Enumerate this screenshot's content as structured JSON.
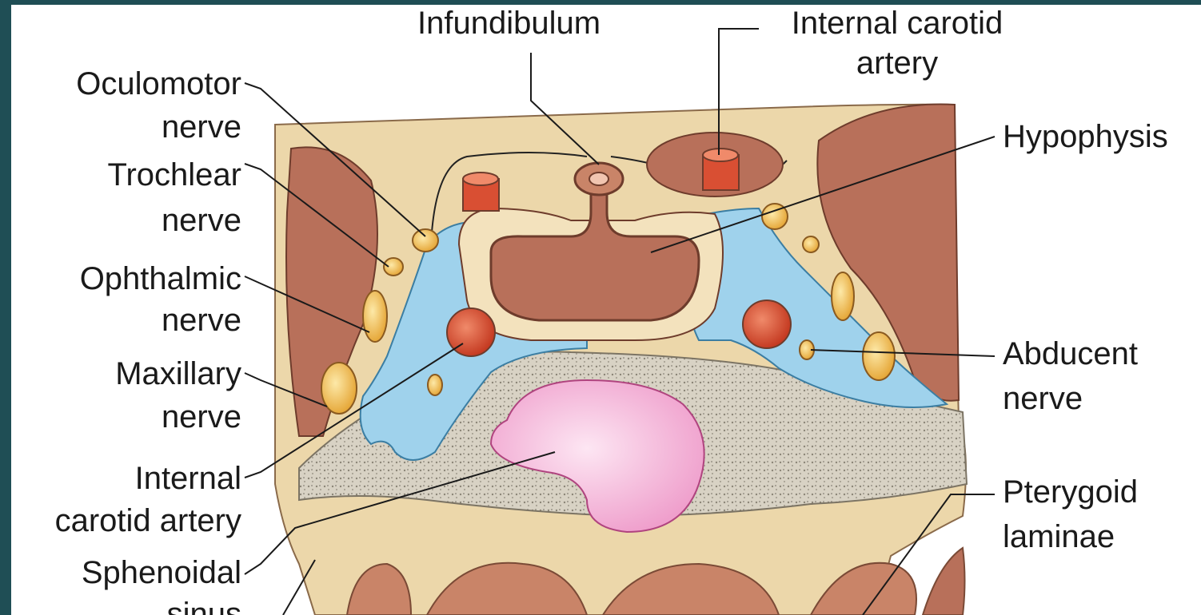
{
  "colors": {
    "background_frame": "#1f4e55",
    "bone": "#ecd7aa",
    "dura_brown": "#b8705a",
    "cavernous_blue": "#9fd2ec",
    "artery_red": "#d94f33",
    "nerve_yellow": "#f3c25a",
    "sinus_pink": "#f4b6d8",
    "spongy_grey": "#bdb8ac"
  },
  "labels": {
    "infundibulum": "Infundibulum",
    "internal_carotid_top_1": "Internal carotid",
    "internal_carotid_top_2": "artery",
    "hypophysis": "Hypophysis",
    "oculomotor_1": "Oculomotor",
    "oculomotor_2": "nerve",
    "trochlear_1": "Trochlear",
    "trochlear_2": "nerve",
    "ophthalmic_1": "Ophthalmic",
    "ophthalmic_2": "nerve",
    "maxillary_1": "Maxillary",
    "maxillary_2": "nerve",
    "internal_carotid_left_1": "Internal",
    "internal_carotid_left_2": "carotid artery",
    "sphenoidal_1": "Sphenoidal",
    "sphenoidal_2": "sinus",
    "abducent_1": "Abducent",
    "abducent_2": "nerve",
    "pterygoid_1": "Pterygoid",
    "pterygoid_2": "laminae"
  }
}
